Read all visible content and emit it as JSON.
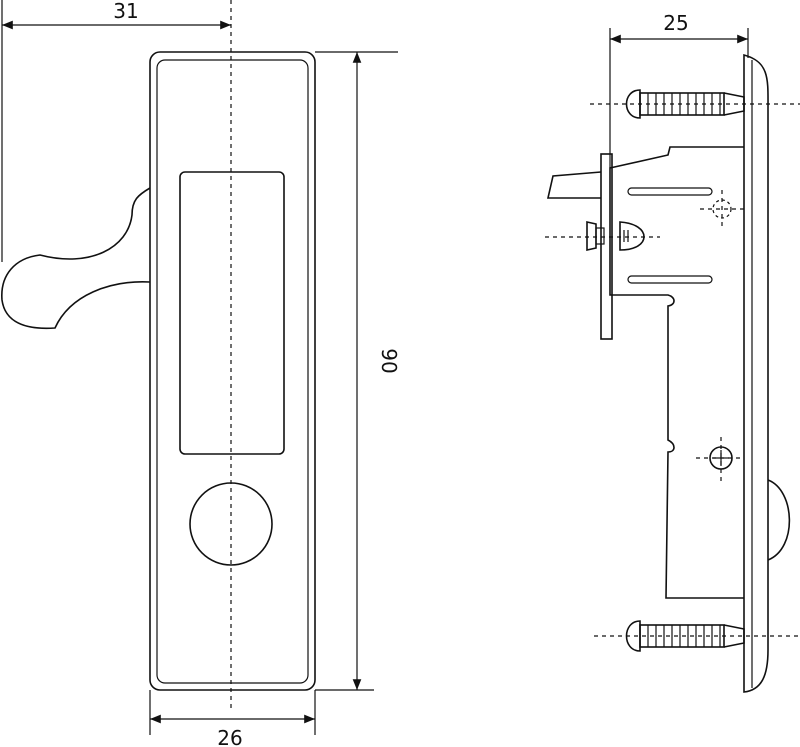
{
  "dimensions": {
    "top_width": "31",
    "height": "90",
    "bottom_width": "26",
    "side_depth": "25"
  },
  "colors": {
    "line": "#111111",
    "background": "#ffffff"
  }
}
